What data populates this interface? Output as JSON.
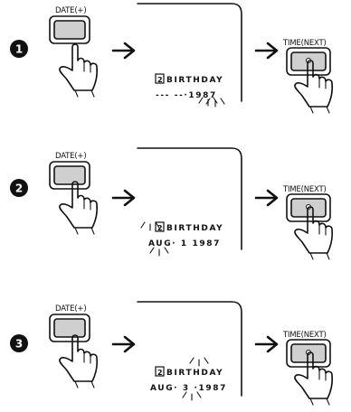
{
  "steps": [
    {
      "number": "1",
      "left_button": "DATE(+)",
      "right_button": "TIME(NEXT)",
      "display": {
        "icon": "2",
        "line1": "BIRTHDAY",
        "line2": "--- --·1987"
      }
    },
    {
      "number": "2",
      "left_button": "DATE(+)",
      "right_button": "TIME(NEXT)",
      "display": {
        "icon": "2",
        "line1": "BIRTHDAY",
        "line2": "AUG· 1 1987"
      }
    },
    {
      "number": "3",
      "left_button": "DATE(+)",
      "right_button": "TIME(NEXT)",
      "display": {
        "icon": "2",
        "line1": "BIRTHDAY",
        "line2": "AUG· 3 ·1987"
      }
    }
  ],
  "icons": {
    "step_badge": "black-circle-number",
    "press": "pointing-hand-icon",
    "flow": "right-arrow-icon",
    "blink": "blink-rays-icon"
  }
}
